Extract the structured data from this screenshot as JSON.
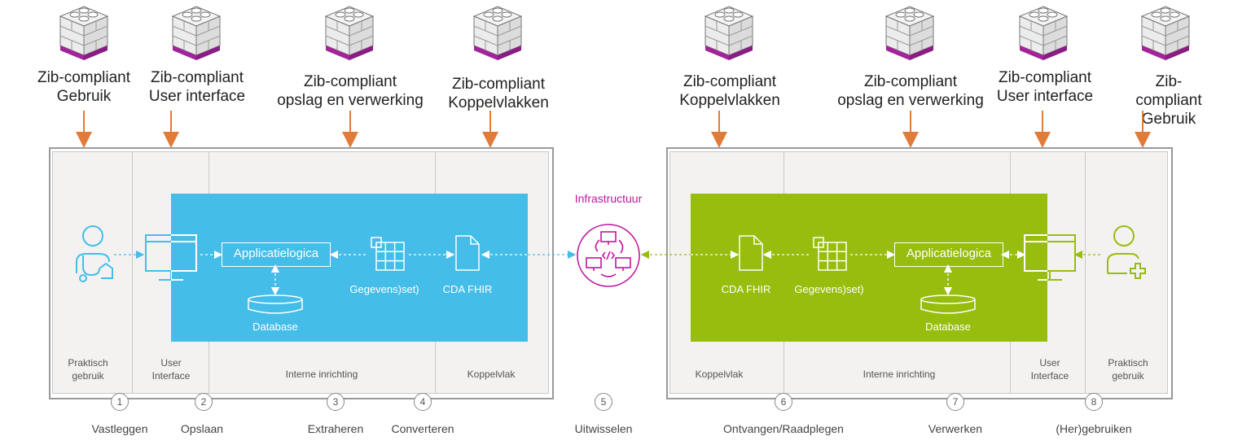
{
  "top_labels": [
    "Zib-compliant\nGebruik",
    "Zib-compliant\nUser interface",
    "Zib-compliant\nopslag en verwerking",
    "Zib-compliant\nKoppelvlakken",
    "Zib-compliant\nKoppelvlakken",
    "Zib-compliant\nopslag en verwerking",
    "Zib-compliant\nUser interface",
    "Zib-compliant\nGebruik"
  ],
  "left_system": {
    "lanes": [
      "Praktisch\ngebruik",
      "User\nInterface",
      "Interne inrichting",
      "Koppelvlak"
    ],
    "logic_label": "Applicatielogica",
    "database_label": "Database",
    "dataset_label": "Gegevens)set)",
    "doc_label": "CDA FHIR"
  },
  "right_system": {
    "lanes": [
      "Koppelvlak",
      "Interne inrichting",
      "User\nInterface",
      "Praktisch\ngebruik"
    ],
    "logic_label": "Applicatielogica",
    "database_label": "Database",
    "dataset_label": "Gegevens)set)",
    "doc_label": "CDA FHIR"
  },
  "infrastructure_label": "Infrastructuur",
  "steps": [
    {
      "num": "1",
      "label": "Vastleggen"
    },
    {
      "num": "2",
      "label": "Opslaan"
    },
    {
      "num": "3",
      "label": "Extraheren"
    },
    {
      "num": "4",
      "label": "Converteren"
    },
    {
      "num": "5",
      "label": "Uitwisselen"
    },
    {
      "num": "6",
      "label": "Ontvangen/Raadplegen"
    },
    {
      "num": "7",
      "label": "Verwerken"
    },
    {
      "num": "8",
      "label": "(Her)gebruiken"
    }
  ],
  "colors": {
    "blue_panel": "#45bde9",
    "green_panel": "#97bd0e",
    "arrow_orange": "#e07b39",
    "lego_purple": "#a3239b",
    "infra_magenta": "#c2159d"
  },
  "icons": {
    "lego": "lego-block-icon",
    "user_left": "doctor-user-icon",
    "user_right": "patient-user-icon",
    "monitor": "monitor-icon",
    "dataset": "dataset-grid-icon",
    "document": "document-icon",
    "database": "database-icon",
    "network": "network-icon"
  }
}
